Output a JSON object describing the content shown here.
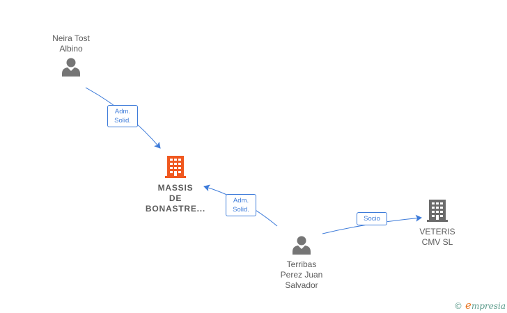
{
  "nodes": {
    "neira": {
      "label": "Neira Tost\nAlbino",
      "icon": "person-icon"
    },
    "massis": {
      "label": "MASSIS\nDE\nBONASTRE...",
      "icon": "building-icon",
      "color": "#f0581f"
    },
    "terribas": {
      "label": "Terribas\nPerez Juan\nSalvador",
      "icon": "person-icon"
    },
    "veteris": {
      "label": "VETERIS\nCMV  SL",
      "icon": "building-icon",
      "color": "#6b6b6b"
    }
  },
  "edges": {
    "neira_to_massis": "Adm.\nSolid.",
    "terribas_to_massis": "Adm.\nSolid.",
    "terribas_to_veteris": "Socio"
  },
  "colors": {
    "edge": "#3d7bd9",
    "person": "#757575"
  },
  "watermark": {
    "copyright": "©",
    "brand_initial": "e",
    "brand_rest": "mpresia"
  }
}
